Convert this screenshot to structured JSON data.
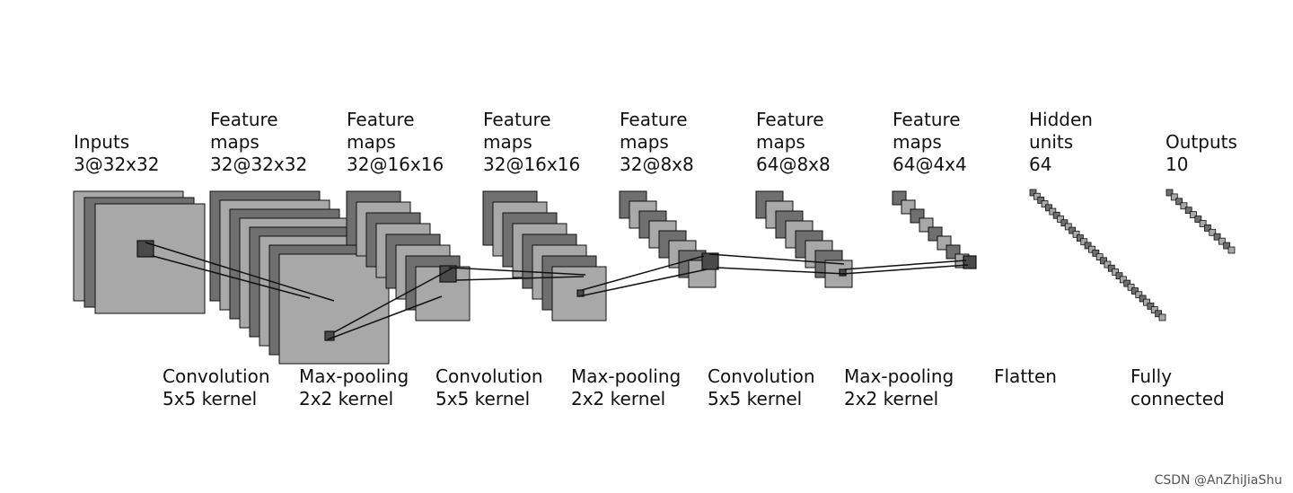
{
  "layers": [
    {
      "name": "inputs",
      "lines": [
        "Inputs",
        "3@32x32"
      ]
    },
    {
      "name": "fmaps-1",
      "lines": [
        "Feature",
        "maps",
        "32@32x32"
      ]
    },
    {
      "name": "fmaps-2",
      "lines": [
        "Feature",
        "maps",
        "32@16x16"
      ]
    },
    {
      "name": "fmaps-3",
      "lines": [
        "Feature",
        "maps",
        "32@16x16"
      ]
    },
    {
      "name": "fmaps-4",
      "lines": [
        "Feature",
        "maps",
        "32@8x8"
      ]
    },
    {
      "name": "fmaps-5",
      "lines": [
        "Feature",
        "maps",
        "64@8x8"
      ]
    },
    {
      "name": "fmaps-6",
      "lines": [
        "Feature",
        "maps",
        "64@4x4"
      ]
    },
    {
      "name": "hidden",
      "lines": [
        "Hidden",
        "units",
        "64"
      ]
    },
    {
      "name": "outputs",
      "lines": [
        "Outputs",
        "10"
      ]
    }
  ],
  "operations": [
    {
      "name": "conv-1",
      "lines": [
        "Convolution",
        "5x5 kernel"
      ]
    },
    {
      "name": "pool-1",
      "lines": [
        "Max-pooling",
        "2x2 kernel"
      ]
    },
    {
      "name": "conv-2",
      "lines": [
        "Convolution",
        "5x5 kernel"
      ]
    },
    {
      "name": "pool-2",
      "lines": [
        "Max-pooling",
        "2x2 kernel"
      ]
    },
    {
      "name": "conv-3",
      "lines": [
        "Convolution",
        "5x5 kernel"
      ]
    },
    {
      "name": "pool-3",
      "lines": [
        "Max-pooling",
        "2x2 kernel"
      ]
    },
    {
      "name": "flatten",
      "lines": [
        "Flatten"
      ]
    },
    {
      "name": "fully-connected",
      "lines": [
        "Fully",
        "connected"
      ]
    }
  ],
  "colors": {
    "dark": "#6f6f6f",
    "light": "#a8a8a8",
    "stroke": "#111111",
    "patch": "#4a4a4a"
  },
  "watermark": "CSDN @AnZhiJiaShu"
}
